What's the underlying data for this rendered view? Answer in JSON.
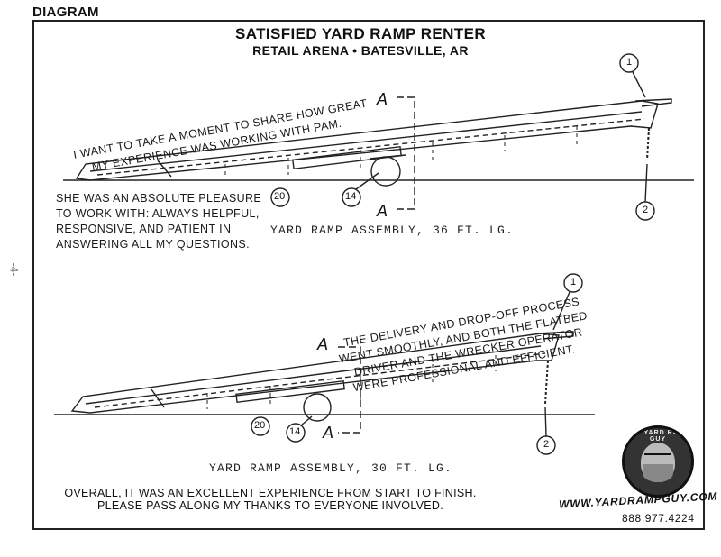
{
  "header": {
    "diagram_label": "DIAGRAM"
  },
  "title": {
    "main": "SATISFIED YARD RAMP RENTER",
    "subtitle": "RETAIL ARENA • BATESVILLE, AR"
  },
  "quote1": {
    "line1": "I WANT TO TAKE A MOMENT TO SHARE HOW GREAT",
    "line2": "MY EXPERIENCE WAS WORKING WITH PAM."
  },
  "quote2": {
    "line1": "SHE WAS AN ABSOLUTE PLEASURE",
    "line2": "TO WORK WITH: ALWAYS HELPFUL,",
    "line3": "RESPONSIVE, AND PATIENT IN",
    "line4": "ANSWERING ALL MY QUESTIONS."
  },
  "quote3": {
    "line1": "THE DELIVERY AND DROP-OFF PROCESS",
    "line2": "WENT SMOOTHLY, AND BOTH THE FLATBED",
    "line3": "DRIVER AND THE WRECKER OPERATOR",
    "line4": "WERE PROFESSIONAL AND EFFICIENT."
  },
  "captions": {
    "top": "YARD RAMP ASSEMBLY, 36 FT. LG.",
    "bottom": "YARD RAMP ASSEMBLY, 30 FT. LG."
  },
  "callouts": {
    "c1": "1",
    "c2": "2",
    "c14": "14",
    "c20": "20",
    "section": "A"
  },
  "footer": {
    "line1": "OVERALL, IT WAS AN EXCELLENT EXPERIENCE FROM START TO FINISH.",
    "line2": "PLEASE PASS ALONG MY THANKS TO EVERYONE INVOLVED."
  },
  "contact": {
    "website": "WWW.YARDRAMPGUY.COM",
    "phone": "888.977.4224"
  },
  "logo": {
    "text": "THE YARD RAMP GUY"
  },
  "page_number": "-4-"
}
